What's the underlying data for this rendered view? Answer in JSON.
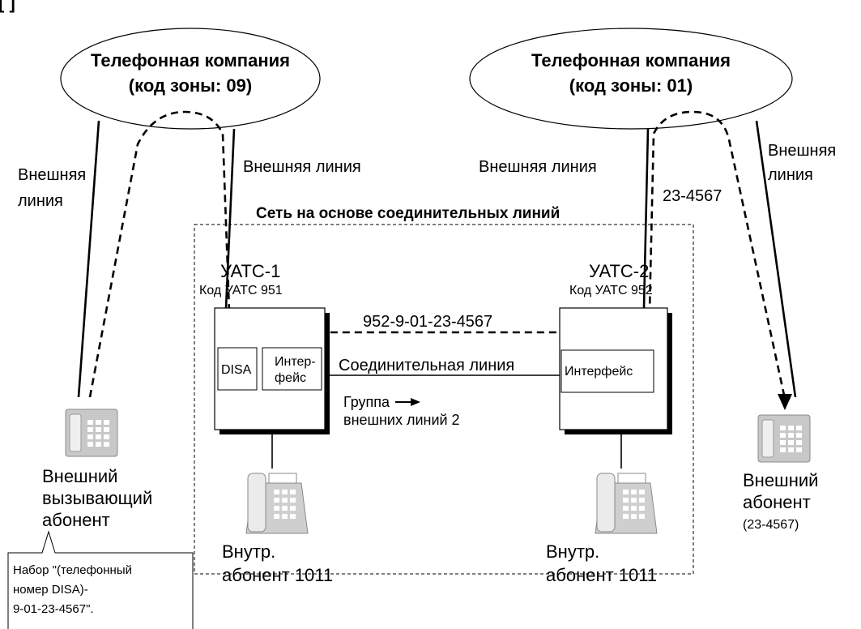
{
  "header_mark": "[ ]",
  "companies": {
    "left": {
      "line1": "Телефонная компания",
      "line2": "(код зоны: 09)"
    },
    "right": {
      "line1": "Телефонная компания",
      "line2": "(код зоны: 01)"
    }
  },
  "labels": {
    "outer_line_left_1": "Внешняя",
    "outer_line_left_2": "линия",
    "outer_line_pbx1": "Внешняя линия",
    "outer_line_pbx2": "Внешняя линия",
    "outer_line_right_1": "Внешняя",
    "outer_line_right_2": "линия",
    "network_title": "Сеть на основе соединительных линий",
    "dialed_number_right": "23-4567",
    "pbx1_name": "УАТС-1",
    "pbx1_code": "Код УАТС 951",
    "pbx2_name": "УАТС-2",
    "pbx2_code": "Код УАТС 952",
    "route_number": "952-9-01-23-4567",
    "disa": "DISA",
    "interface1_line1": "Интер-",
    "interface1_line2": "фейс",
    "trunk_line": "Соединительная линия",
    "interface2": "Интерфейс",
    "group_line1": "Группа",
    "group_line2": "внешних линий 2",
    "ext_caller_1": "Внешний",
    "ext_caller_2": "вызывающий",
    "ext_caller_3": "абонент",
    "ext_callee_1": "Внешний",
    "ext_callee_2": "абонент",
    "ext_callee_3": "(23-4567)",
    "inner1_line1": "Внутр.",
    "inner1_line2": "абонент 1011",
    "inner2_line1": "Внутр.",
    "inner2_line2": "абонент 1011",
    "callout_line1": "Набор \"(телефонный",
    "callout_line2": "номер DISA)-",
    "callout_line3": "9-01-23-4567\"."
  }
}
